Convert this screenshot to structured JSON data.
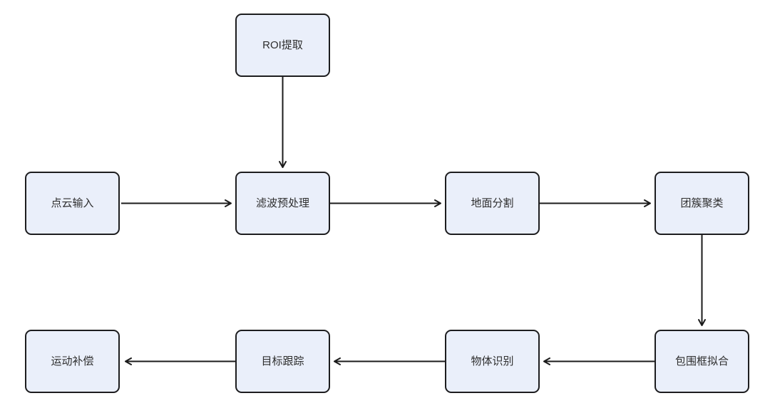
{
  "diagram": {
    "type": "flowchart",
    "nodes": [
      {
        "id": "roi-extraction",
        "label": "ROI提取"
      },
      {
        "id": "point-cloud-input",
        "label": "点云输入"
      },
      {
        "id": "filter-preprocessing",
        "label": "滤波预处理"
      },
      {
        "id": "ground-segmentation",
        "label": "地面分割"
      },
      {
        "id": "cluster-clustering",
        "label": "团簇聚类"
      },
      {
        "id": "motion-compensation",
        "label": "运动补偿"
      },
      {
        "id": "target-tracking",
        "label": "目标跟踪"
      },
      {
        "id": "object-recognition",
        "label": "物体识别"
      },
      {
        "id": "bounding-box-fitting",
        "label": "包围框拟合"
      }
    ],
    "edges": [
      {
        "from": "ROI提取",
        "to": "滤波预处理",
        "direction": "down"
      },
      {
        "from": "点云输入",
        "to": "滤波预处理",
        "direction": "right"
      },
      {
        "from": "滤波预处理",
        "to": "地面分割",
        "direction": "right"
      },
      {
        "from": "地面分割",
        "to": "团簇聚类",
        "direction": "right"
      },
      {
        "from": "团簇聚类",
        "to": "包围框拟合",
        "direction": "down"
      },
      {
        "from": "包围框拟合",
        "to": "物体识别",
        "direction": "left"
      },
      {
        "from": "物体识别",
        "to": "目标跟踪",
        "direction": "left"
      },
      {
        "from": "目标跟踪",
        "to": "运动补偿",
        "direction": "left"
      }
    ],
    "colors": {
      "node_fill": "#eaeffa",
      "node_border": "#1d1d1f",
      "arrow": "#1b1b1b",
      "text": "#2e2e2e",
      "background": "#ffffff"
    }
  }
}
